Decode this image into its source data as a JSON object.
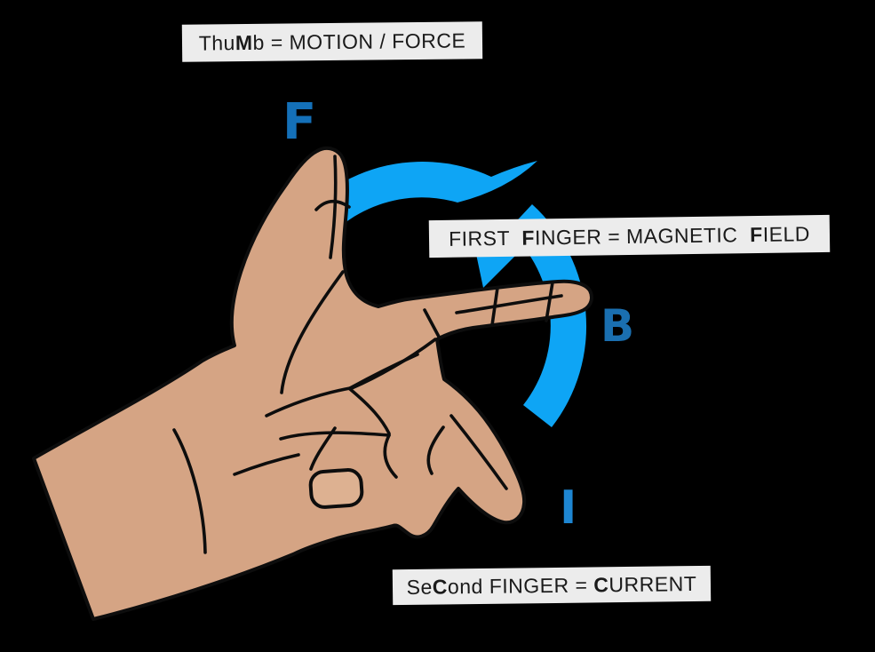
{
  "labels": {
    "thumb": {
      "segments": [
        {
          "text": "Thu",
          "bold": false
        },
        {
          "text": "M",
          "bold": true
        },
        {
          "text": "b = MOTION / FORCE",
          "bold": false
        }
      ]
    },
    "first_finger": {
      "segments": [
        {
          "text": "FIRST  ",
          "bold": false
        },
        {
          "text": "F",
          "bold": true
        },
        {
          "text": "INGER = MAGNETIC  ",
          "bold": false
        },
        {
          "text": "F",
          "bold": true
        },
        {
          "text": "IELD",
          "bold": false
        }
      ]
    },
    "second_finger": {
      "segments": [
        {
          "text": "Se",
          "bold": false
        },
        {
          "text": "C",
          "bold": true
        },
        {
          "text": "ond FINGER = ",
          "bold": false
        },
        {
          "text": "C",
          "bold": true
        },
        {
          "text": "URRENT",
          "bold": false
        }
      ]
    }
  },
  "letters": {
    "force": {
      "char": "F",
      "color": "#1470b8"
    },
    "field": {
      "char": "B",
      "color": "#1a6fb0"
    },
    "current": {
      "char": "I",
      "color": "#1e86d2"
    }
  },
  "colors": {
    "background": "#000000",
    "arrow_blue": "#0ea5f5",
    "skin": "#d5a484",
    "nail": "#ddb191",
    "outline": "#0d0d0d",
    "label_bg": "#ececec",
    "label_text": "#1a1a1a"
  }
}
